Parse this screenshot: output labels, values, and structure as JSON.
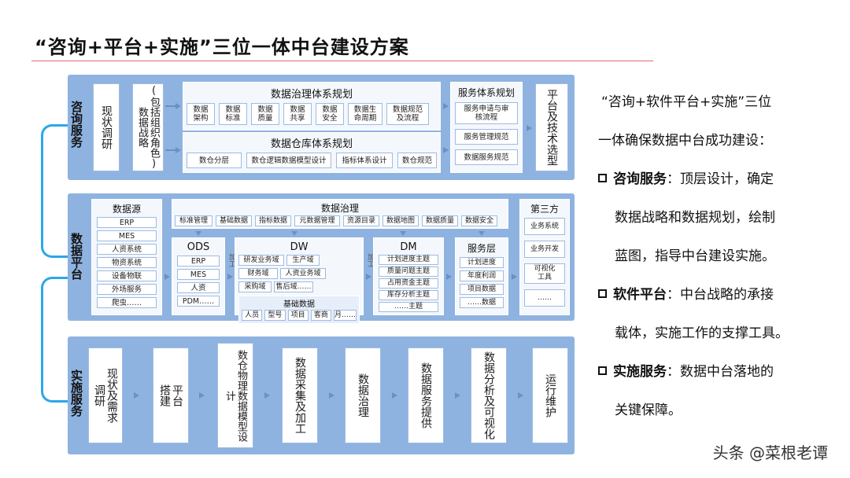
{
  "title": "“咨询+平台+实施”三位一体中台建设方案",
  "watermark": "头条 @菜根老谭",
  "consult": {
    "label": "咨询服务",
    "research": "现状调研",
    "strategy_main": "数据战略",
    "strategy_sub": "(包括组织角色)",
    "gov_title": "数据治理体系规划",
    "gov_items": [
      "数据架构",
      "数据标准",
      "数据质量",
      "数据共享",
      "数据安全",
      "数据生命周期",
      "数据规范及流程"
    ],
    "dw_title": "数据仓库体系规划",
    "dw_items": [
      "数仓分层",
      "数仓逻辑数据模型设计",
      "指标体系设计",
      "数仓规范"
    ],
    "svc_title": "服务体系规划",
    "svc_items": [
      "服务申请与审核流程",
      "服务管理规范",
      "数据服务规范"
    ],
    "tech": "平台及技术选型"
  },
  "platform": {
    "label": "数据平台",
    "source_title": "数据源",
    "sources": [
      "ERP",
      "MES",
      "人资系统",
      "物资系统",
      "设备物联",
      "外场服务",
      "爬虫……"
    ],
    "gov_title": "数据治理",
    "gov_items": [
      "标准管理",
      "基础数据",
      "指标数据",
      "元数据管理",
      "资源目录",
      "数据地图",
      "数据质量",
      "数据安全"
    ],
    "ods_title": "ODS",
    "ods_items": [
      "ERP",
      "MES",
      "人资",
      "PDM……"
    ],
    "process_label": "加工",
    "dw_title": "DW",
    "dw_items": [
      "研发业务域",
      "生产域",
      "财务域",
      "人资业务域",
      "采购域",
      "售后域……"
    ],
    "base_title": "基础数据",
    "base_items": [
      "人员",
      "型号",
      "项目",
      "客商",
      "月……"
    ],
    "dm_title": "DM",
    "dm_items": [
      "计划进度主题",
      "质量问题主题",
      "占用资金主题",
      "库存分析主题",
      "……主题"
    ],
    "svc_title": "服务层",
    "svc_items": [
      "计划进度",
      "年度利润",
      "项目数据",
      "……数据"
    ],
    "third_title": "第三方",
    "third_items": [
      "业务系统",
      "业务开发",
      "可视化工具",
      "……"
    ]
  },
  "implement": {
    "label": "实施服务",
    "steps": [
      "现状及需求调研",
      "平台搭建",
      "数仓物理数据模型设计",
      "数据采集及加工",
      "数据治理",
      "数据服务提供",
      "数据分析及可视化",
      "运行维护"
    ]
  },
  "description": {
    "intro_1": "“咨询+软件平台+实施”三位",
    "intro_2": "一体确保数据中台成功建设：",
    "items": [
      {
        "name": "咨询服务",
        "text_1": "：顶层设计，确定",
        "text_2": "数据战略和数据规划，绘制",
        "text_3": "蓝图，指导中台建设实施。"
      },
      {
        "name": "软件平台",
        "text_1": "：中台战略的承接",
        "text_2": "载体，实施工作的支撑工具。"
      },
      {
        "name": "实施服务",
        "text_1": "：数据中台落地的",
        "text_2": "关键保障。"
      }
    ]
  },
  "colors": {
    "band": "#8fb3e0",
    "bracket": "#2aa7e8",
    "title_rule": "#e86b6b"
  }
}
